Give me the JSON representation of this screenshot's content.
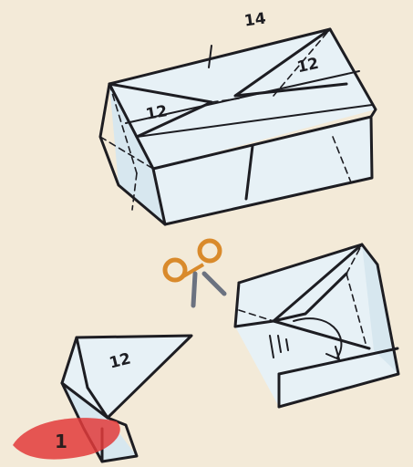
{
  "diagram": {
    "step_number": "1",
    "labels": {
      "box_length": "14",
      "box_fold_right": "12",
      "box_fold_left": "12",
      "cut_piece": "12"
    },
    "colors": {
      "background": "#f3ead8",
      "paper": "#e7f1f6",
      "ink": "#1d1d22",
      "scissors": "#d98a2b",
      "step_marker": "#e23b3b"
    },
    "icons": [
      "scissors-icon"
    ]
  }
}
